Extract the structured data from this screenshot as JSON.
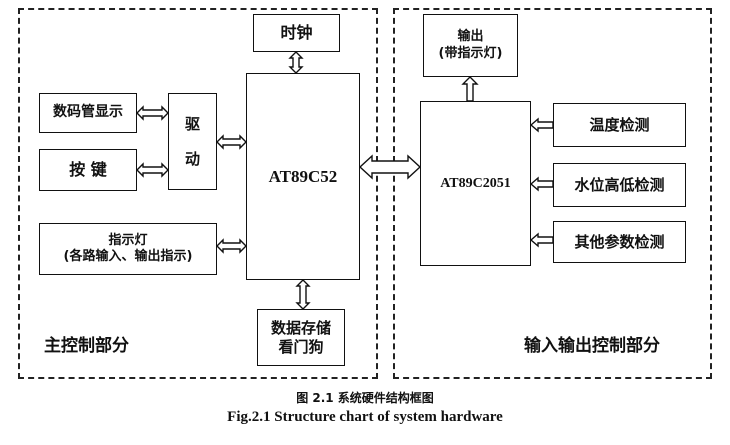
{
  "main_region": {
    "label": "主控制部分"
  },
  "io_region": {
    "label": "输入输出控制部分"
  },
  "blocks": {
    "clock": "时钟",
    "mcu_main": "AT89C52",
    "digital_display": "数码管显示",
    "keys": "按 键",
    "driver_line1": "驱",
    "driver_line2": "动",
    "indicator_line1": "指示灯",
    "indicator_line2": "(各路输入、输出指示)",
    "storage_line1": "数据存储",
    "storage_line2": "看门狗",
    "output_line1": "输出",
    "output_line2": "(带指示灯)",
    "mcu_io": "AT89C2051",
    "temp_detect": "温度检测",
    "water_level_detect": "水位高低检测",
    "other_params_detect": "其他参数检测"
  },
  "caption": {
    "cn": "图 2.1  系统硬件结构框图",
    "en": "Fig.2.1 Structure chart of system hardware"
  }
}
